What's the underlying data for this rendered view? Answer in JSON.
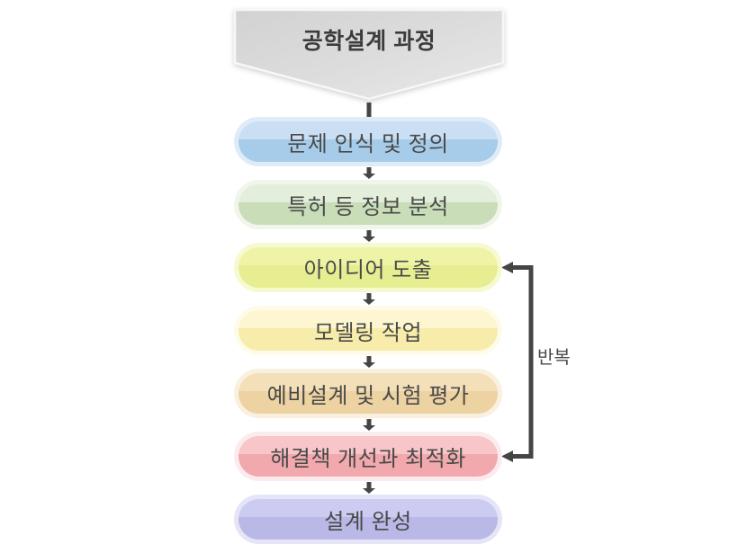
{
  "title": {
    "label": "공학설계 과정"
  },
  "flow": {
    "steps": [
      {
        "label": "문제 인식 및 정의",
        "fill_top": "#cadff3",
        "fill_bottom": "#a6cce9",
        "halo": "#dfecf8"
      },
      {
        "label": "특허 등 정보 분석",
        "fill_top": "#e3efda",
        "fill_bottom": "#c8ddb8",
        "halo": "#f0f6ec"
      },
      {
        "label": "아이디어 도출",
        "fill_top": "#eff3a6",
        "fill_bottom": "#e7ee91",
        "halo": "#f7f9d1"
      },
      {
        "label": "모델링 작업",
        "fill_top": "#fdf6d0",
        "fill_bottom": "#f8ecaa",
        "halo": "#fefbe9"
      },
      {
        "label": "예비설계 및 시험 평가",
        "fill_top": "#f4e0b8",
        "fill_bottom": "#edd2a2",
        "halo": "#faf0df"
      },
      {
        "label": "해결책 개선과 최적화",
        "fill_top": "#f8c5c8",
        "fill_bottom": "#f2a9ae",
        "halo": "#fcebec"
      },
      {
        "label": "설계 완성",
        "fill_top": "#cccbf2",
        "fill_bottom": "#b9b8e6",
        "halo": "#e6e5f8"
      }
    ]
  },
  "loop": {
    "label": "반복"
  },
  "colors": {
    "connector": "#454545",
    "banner_dark": "#d2d2d2",
    "banner_light": "#e9e9e9",
    "banner_edge": "#f7f7f7",
    "pill_text": "#4a4a4a",
    "title_text": "#3c3c3c"
  }
}
